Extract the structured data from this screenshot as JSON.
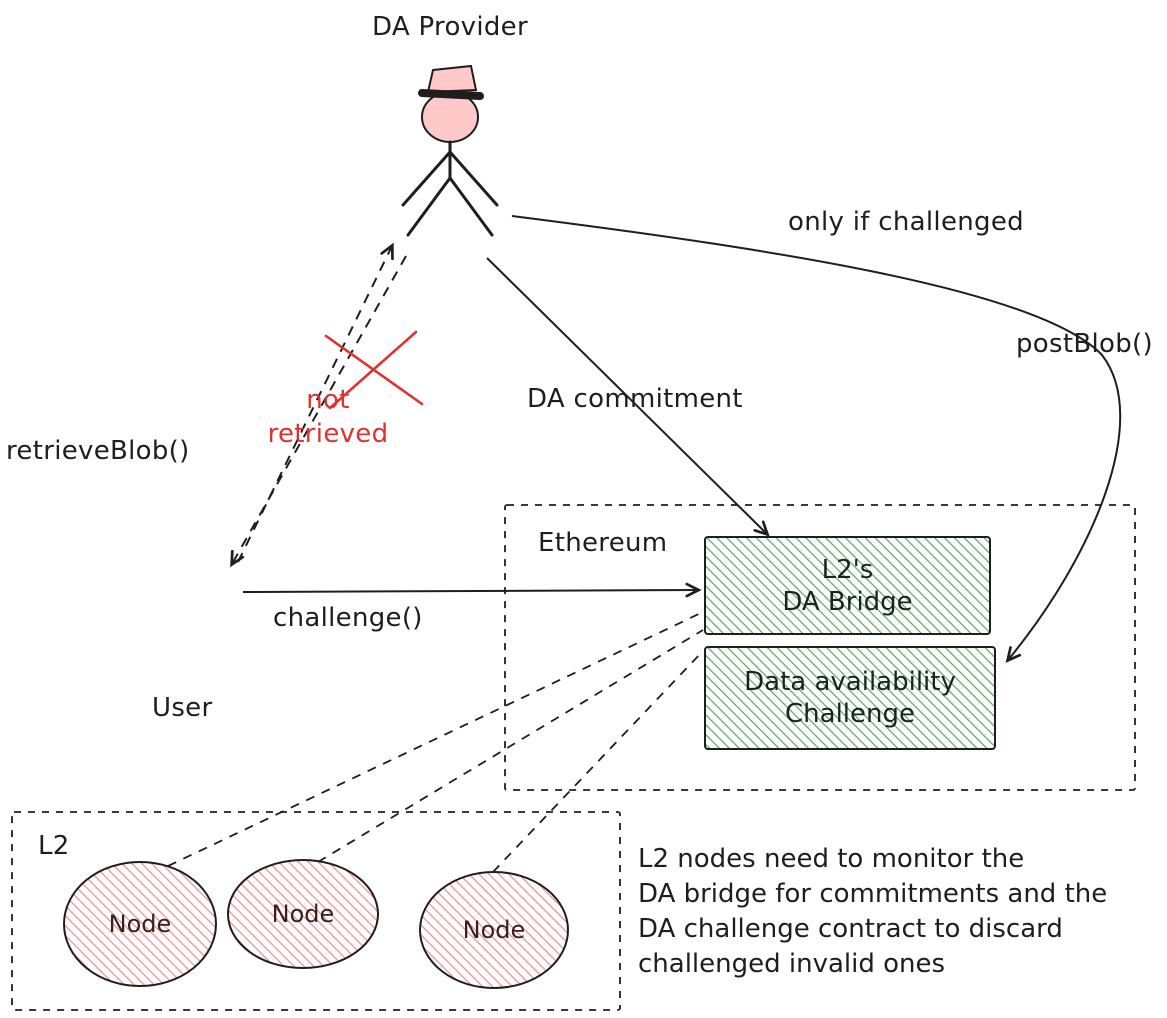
{
  "diagram": {
    "labels": {
      "da_provider": "DA Provider",
      "user": "User",
      "ethereum": "Ethereum",
      "l2": "L2"
    },
    "bridge_box": {
      "line1": "L2's",
      "line2": "DA Bridge"
    },
    "challenge_box": {
      "line1": "Data availability",
      "line2": "Challenge"
    },
    "nodes": [
      {
        "label": "Node"
      },
      {
        "label": "Node"
      },
      {
        "label": "Node"
      }
    ],
    "edges": {
      "retrieve_blob": "retrieveBlob()",
      "not_retrieved": [
        "not",
        "retrieved"
      ],
      "da_commitment": "DA commitment",
      "only_if_challenged": "only if challenged",
      "post_blob": "postBlob()",
      "challenge": "challenge()"
    },
    "note": [
      "L2 nodes need to monitor the",
      "DA bridge for commitments and the",
      "DA challenge contract to discard",
      "challenged invalid ones"
    ],
    "colors": {
      "stroke": "#1e1e1e",
      "red": "#e03131",
      "green_hatch": "#5ba463",
      "pink_hatch": "#f08c8c",
      "pink_fill": "#ffc9c9"
    }
  }
}
